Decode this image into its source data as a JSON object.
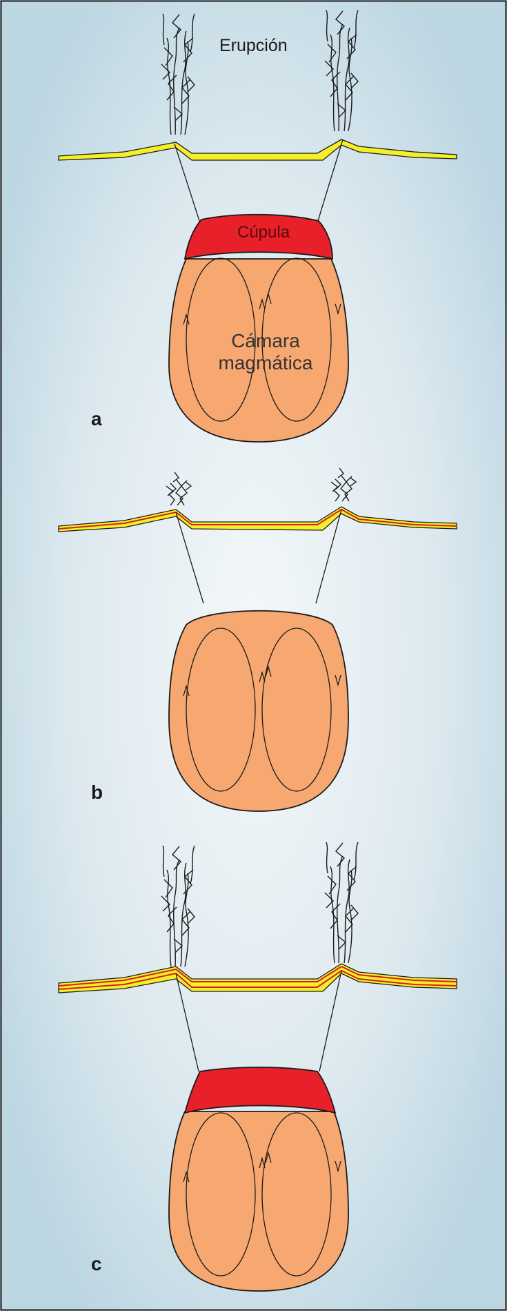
{
  "labels": {
    "eruption": "Erupción",
    "dome": "Cúpula",
    "chamber_line1": "Cámara",
    "chamber_line2": "magmática"
  },
  "panels": [
    {
      "letter": "a"
    },
    {
      "letter": "b"
    },
    {
      "letter": "c"
    }
  ],
  "colors": {
    "background_edge": "#bcd6e2",
    "background_center": "#eef4f7",
    "chamber_fill": "#f7a871",
    "dome_fill": "#e8202a",
    "ash_layer": "#f4ef2a",
    "ash_red_band": "#d42020",
    "outline": "#1a1a1a"
  }
}
